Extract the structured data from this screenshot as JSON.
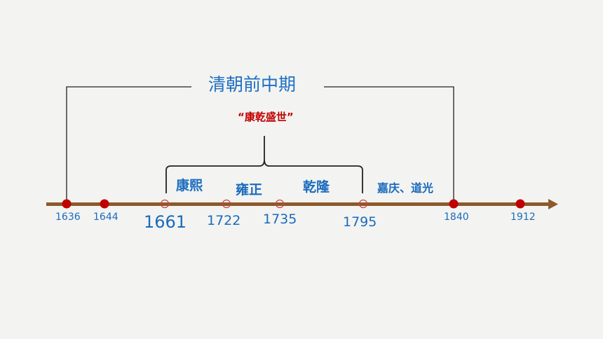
{
  "title": "清朝前中期",
  "slogan": "“康乾盛世”",
  "colors": {
    "background": "#f3f3f1",
    "axis": "#8b5a2b",
    "marker_red": "#c00000",
    "text_blue": "#1a6bbd",
    "slogan_red": "#c00000",
    "bracket": "#222222"
  },
  "eras": [
    {
      "name": "康熙"
    },
    {
      "name": "雍正"
    },
    {
      "name": "乾隆"
    },
    {
      "name": "嘉庆、道光"
    }
  ],
  "years": [
    {
      "label": "1636",
      "marker": "dot"
    },
    {
      "label": "1644",
      "marker": "dot"
    },
    {
      "label": "1661",
      "marker": "ring"
    },
    {
      "label": "1722",
      "marker": "ring"
    },
    {
      "label": "1735",
      "marker": "ring"
    },
    {
      "label": "1795",
      "marker": "ring"
    },
    {
      "label": "1840",
      "marker": "dot"
    },
    {
      "label": "1912",
      "marker": "dot"
    }
  ]
}
